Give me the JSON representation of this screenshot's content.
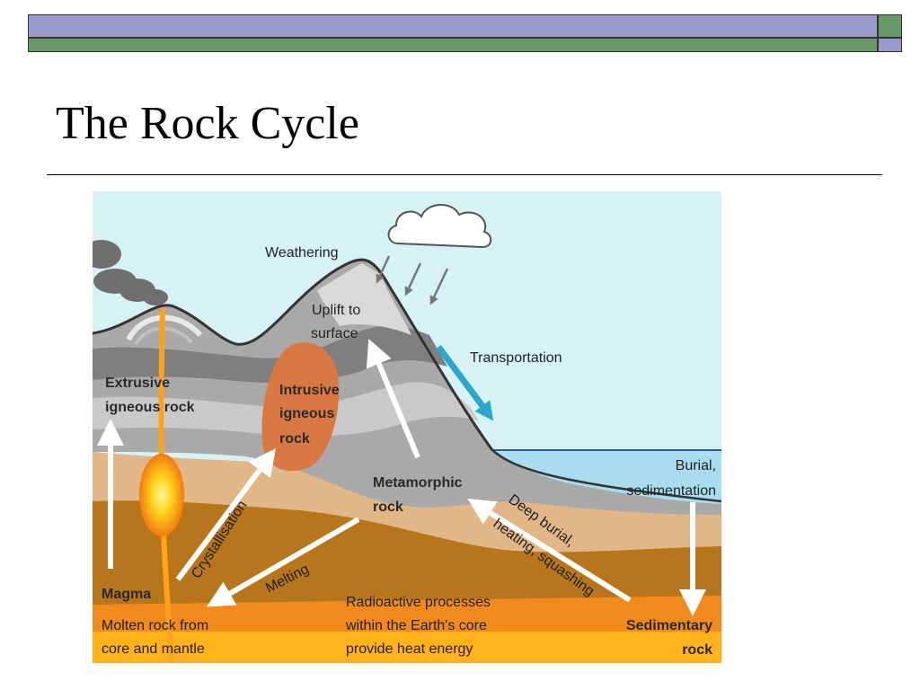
{
  "slide": {
    "title": "The Rock Cycle"
  },
  "diagram": {
    "labels": {
      "weathering": "Weathering",
      "uplift_line1": "Uplift to",
      "uplift_line2": "surface",
      "transportation": "Transportation",
      "extrusive_line1": "Extrusive",
      "extrusive_line2": "igneous rock",
      "intrusive_line1": "Intrusive",
      "intrusive_line2": "igneous",
      "intrusive_line3": "rock",
      "burial_line1": "Burial,",
      "burial_line2": "sedimentation",
      "metamorphic_line1": "Metamorphic",
      "metamorphic_line2": "rock",
      "crystallisation": "Crystallisation",
      "deep_burial_line1": "Deep burial,",
      "deep_burial_line2": "heating, squashing",
      "melting": "Melting",
      "magma": "Magma",
      "magma_desc_line1": "Molten rock from",
      "magma_desc_line2": "core and mantle",
      "radioactive_line1": "Radioactive processes",
      "radioactive_line2": "within the Earth's core",
      "radioactive_line3": "provide heat energy",
      "sedimentary_line1": "Sedimentary",
      "sedimentary_line2": "rock"
    }
  }
}
